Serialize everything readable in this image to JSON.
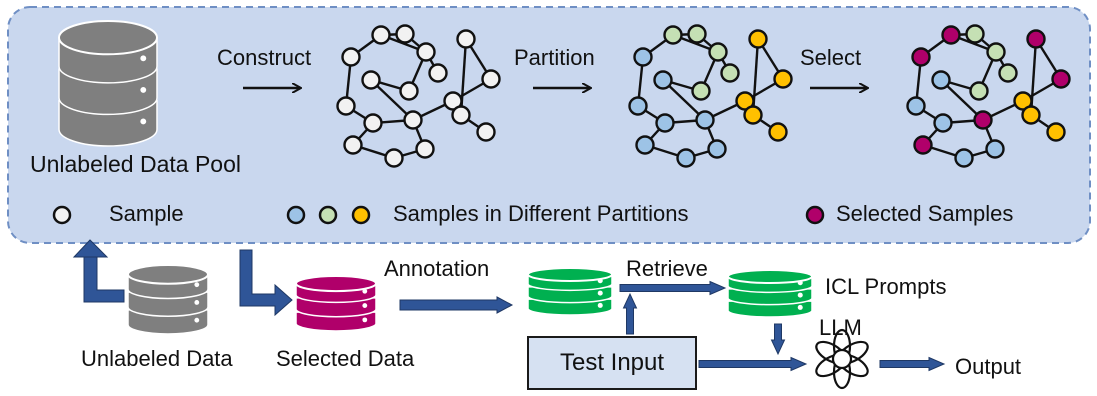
{
  "top_panel": {
    "pool_label": "Unlabeled Data Pool",
    "steps": [
      "Construct",
      "Partition",
      "Select"
    ]
  },
  "legend": {
    "sample": "Sample",
    "partitions": "Samples in Different Partitions",
    "selected": "Selected Samples"
  },
  "bottom": {
    "unlabeled_data": "Unlabeled Data",
    "selected_data": "Selected Data",
    "annotation": "Annotation",
    "retrieve": "Retrieve",
    "icl_prompts": "ICL Prompts",
    "llm": "LLM",
    "test_input": "Test Input",
    "output": "Output"
  },
  "colors": {
    "panel_fill": "#c9d7ee",
    "panel_border": "#6f8fc4",
    "node_white": "#f2f2f2",
    "node_blue": "#9dc3e6",
    "node_green": "#c5e0b4",
    "node_yellow": "#ffc000",
    "node_magenta": "#b0006a",
    "db_gray": "#7f7f7f",
    "db_magenta": "#b0006a",
    "db_green": "#00b050",
    "arrow_blue": "#2f5597"
  }
}
